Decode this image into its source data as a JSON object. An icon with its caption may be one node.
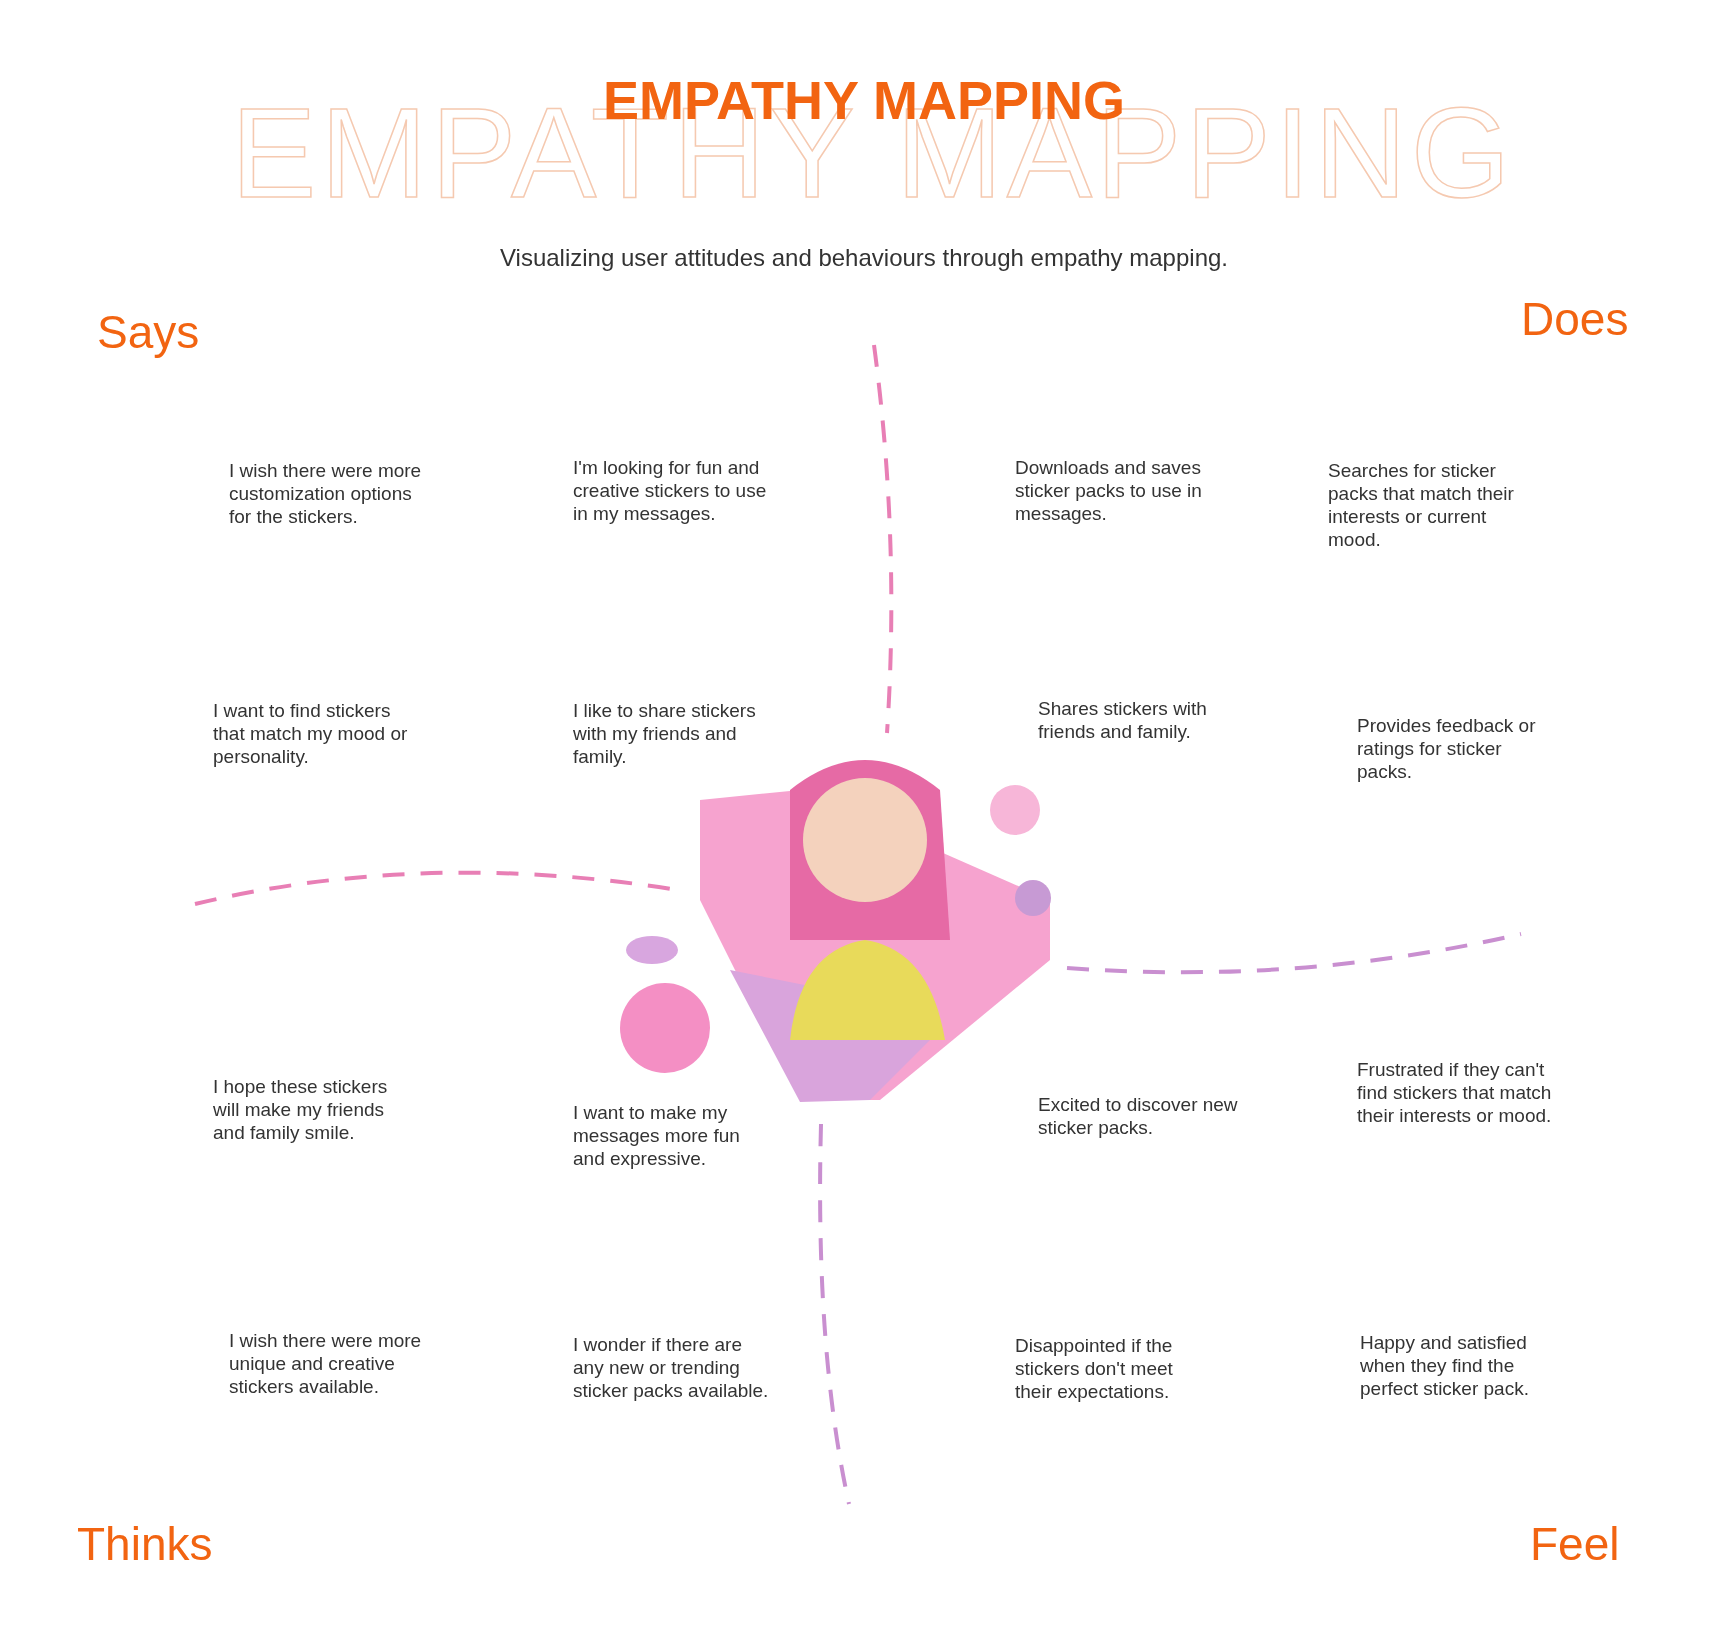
{
  "diagram": {
    "title": "EMPATHY MAPPING",
    "labels": [
      "EMPATHY MAPPING",
      "Visualizing user attitudes and behaviours through empathy mapping.",
      "Says",
      "Does",
      "I wish there were more customization options for the stickers.",
      "I'm looking for fun and creative stickers to use in my messages.",
      "Downloads and saves sticker packs to use in messages.",
      "Searches for sticker packs that match their interests or current mood.",
      "I want to find stickers that match my mood or personality.",
      "I like to share stickers with my friends and family.",
      "Shares stickers with friends and family.",
      "Provides feedback or ratings for sticker packs.",
      "I hope these stickers will make my friends and family smile.",
      "I want to make my messages more fun and expressive.",
      "Excited to discover new sticker packs.",
      "Frustrated if they can't find stickers that match their interests or mood.",
      "I wish there were more unique and creative stickers available.",
      "I wonder if there are any new or trending sticker packs available.",
      "Disappointed if the stickers don't meet their expectations.",
      "Happy and satisfied when they find the perfect sticker pack.",
      "Thinks",
      "Feel"
    ]
  }
}
